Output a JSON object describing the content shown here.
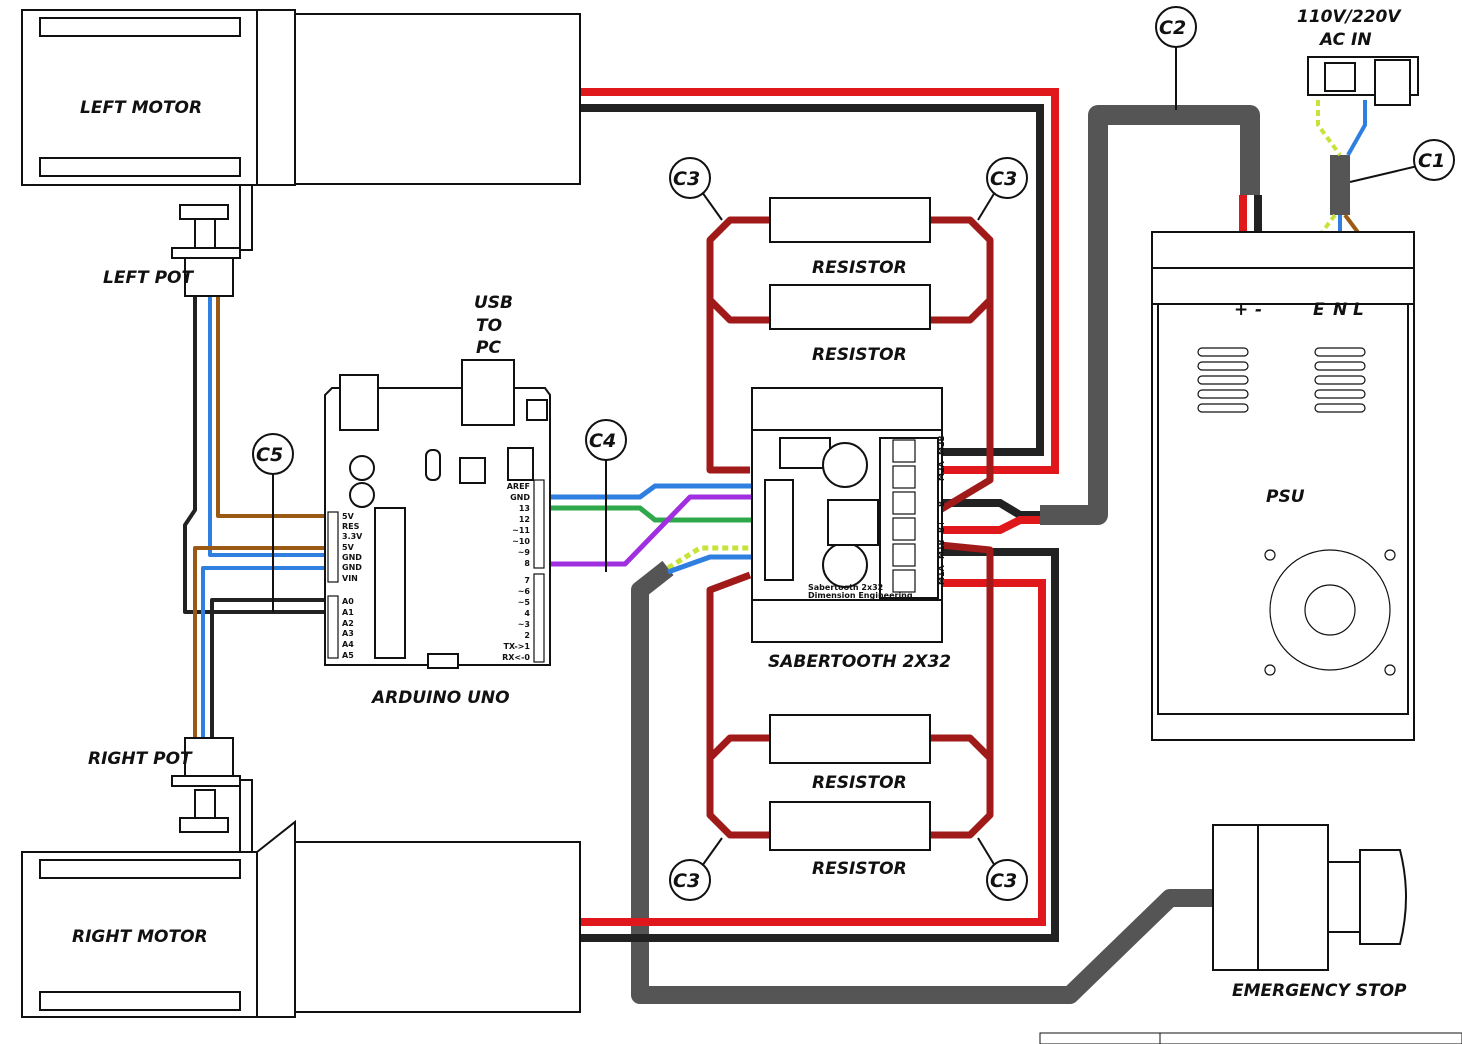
{
  "labels": {
    "left_motor": "LEFT MOTOR",
    "right_motor": "RIGHT MOTOR",
    "left_pot": "LEFT POT",
    "right_pot": "RIGHT POT",
    "usb_1": "USB",
    "usb_2": "TO",
    "usb_3": "PC",
    "arduino": "ARDUINO UNO",
    "sabertooth": "SABERTOOTH 2X32",
    "sabertooth_brand": "Sabertooth 2x32",
    "sabertooth_maker": "Dimension Engineering",
    "resistor": "RESISTOR",
    "psu": "PSU",
    "ac_in_1": "110V/220V",
    "ac_in_2": "AC IN",
    "emergency_stop": "EMERGENCY STOP",
    "psu_terminal_plus": "+",
    "psu_terminal_minus": "-",
    "psu_terminal_e": "E",
    "psu_terminal_n": "N",
    "psu_terminal_l": "L"
  },
  "callouts": {
    "c1": "C1",
    "c2": "C2",
    "c3": "C3",
    "c4": "C4",
    "c5": "C5"
  },
  "arduino_pins": {
    "power_header": [
      "5V",
      "RES",
      "3.3V",
      "5V",
      "GND",
      "GND",
      "VIN"
    ],
    "analog_header": [
      "A0",
      "A1",
      "A2",
      "A3",
      "A4",
      "A5"
    ],
    "digital_upper": [
      "AREF",
      "GND",
      "13",
      "12",
      "~11",
      "~10",
      "~9",
      "8"
    ],
    "digital_lower": [
      "7",
      "~6",
      "~5",
      "4",
      "~3",
      "2",
      "TX->1",
      "RX<-0"
    ]
  },
  "sabertooth_terminals": [
    "M2B",
    "M2A",
    "B-",
    "B+",
    "M1B",
    "M1A"
  ],
  "colors": {
    "red": "#e0181b",
    "black": "#222222",
    "dark_red": "#a01a1a",
    "blue": "#2f7fe0",
    "brown": "#9a5a14",
    "green": "#2ea84a",
    "purple": "#a02fe0",
    "yellow_green": "#c8e23a",
    "cable_gray": "#555555"
  }
}
